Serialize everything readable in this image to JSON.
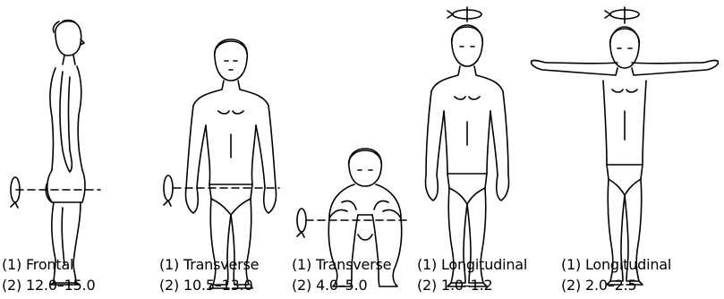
{
  "figures": [
    {
      "id": "fig1",
      "axis": "Frontal",
      "range": "12.0–15.0",
      "pose": "side-standing"
    },
    {
      "id": "fig2",
      "axis": "Transverse",
      "range": "10.5–13.0",
      "pose": "front-standing"
    },
    {
      "id": "fig3",
      "axis": "Transverse",
      "range": "4.0–5.0",
      "pose": "squatting"
    },
    {
      "id": "fig4",
      "axis": "Longitudinal",
      "range": "1.0–1.2",
      "pose": "front-standing-vertical-axis"
    },
    {
      "id": "fig5",
      "axis": "Longitudinal",
      "range": "2.0–2.5",
      "pose": "arms-outstretched-vertical-axis"
    }
  ],
  "line_labels": {
    "first": "(1)",
    "second": "(2)"
  },
  "colors": {
    "ink": "#000000",
    "background": "#ffffff"
  }
}
